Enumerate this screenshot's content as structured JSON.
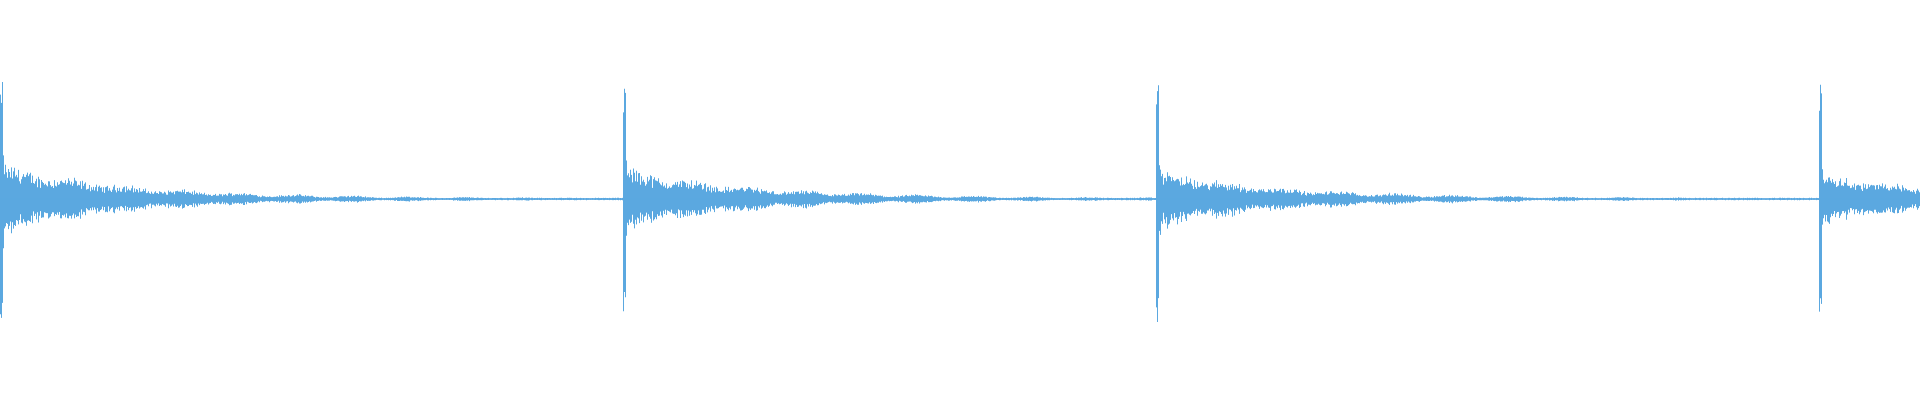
{
  "waveform": {
    "color": "#5BA8E0",
    "background": "#FFFFFF",
    "peak_amplitude": 0.95,
    "baseline_amplitude": 0.01,
    "onsets": [
      {
        "time_fraction": 0.0,
        "peak_amplitude": 0.95,
        "sustain_amplitude": 0.25
      },
      {
        "time_fraction": 0.324,
        "peak_amplitude": 1.0,
        "sustain_amplitude": 0.22
      },
      {
        "time_fraction": 0.602,
        "peak_amplitude": 0.94,
        "sustain_amplitude": 0.2
      },
      {
        "time_fraction": 0.947,
        "peak_amplitude": 0.98,
        "sustain_amplitude": 0.18
      }
    ]
  }
}
